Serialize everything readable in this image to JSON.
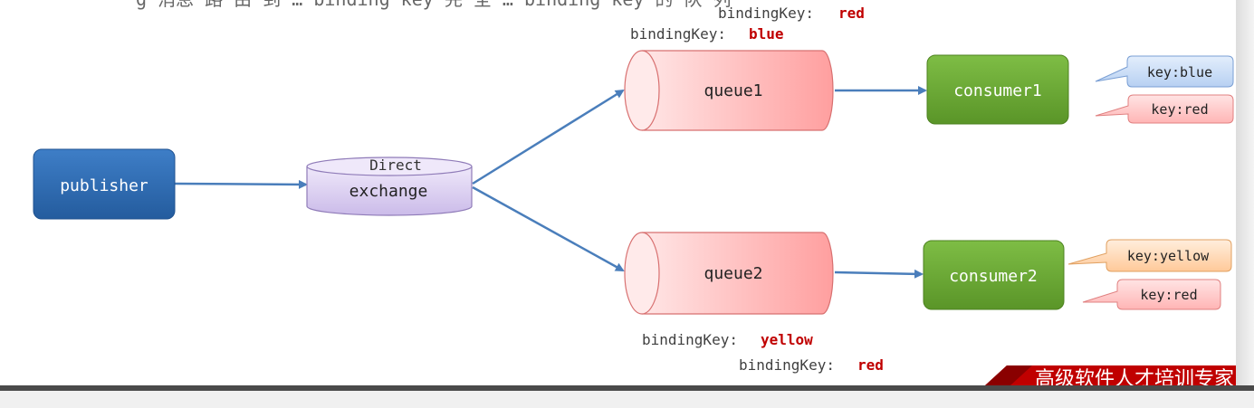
{
  "header_text": "g 消息 路 由 到 … binding key 完 全 … binding key 的 队 列",
  "exchange": {
    "type": "Direct",
    "name": "exchange"
  },
  "publisher": {
    "label": "publisher"
  },
  "queues": [
    {
      "label": "queue1",
      "binding_keys": [
        "red",
        "blue"
      ]
    },
    {
      "label": "queue2",
      "binding_keys": [
        "yellow",
        "red"
      ]
    }
  ],
  "binding_key_prefix": "bindingKey:",
  "consumers": [
    {
      "label": "consumer1",
      "keys": [
        "key:blue",
        "key:red"
      ]
    },
    {
      "label": "consumer2",
      "keys": [
        "key:yellow",
        "key:red"
      ]
    }
  ],
  "banner": "高级软件人才培训专家",
  "colors": {
    "publisher": "#2e6db4",
    "consumer": "#6aa533",
    "queue": "#ffbcbc",
    "exchange": "#d9cdf0",
    "binding_value": "#c00000",
    "arrow": "#4a7ebb",
    "banner": "#c00000"
  }
}
